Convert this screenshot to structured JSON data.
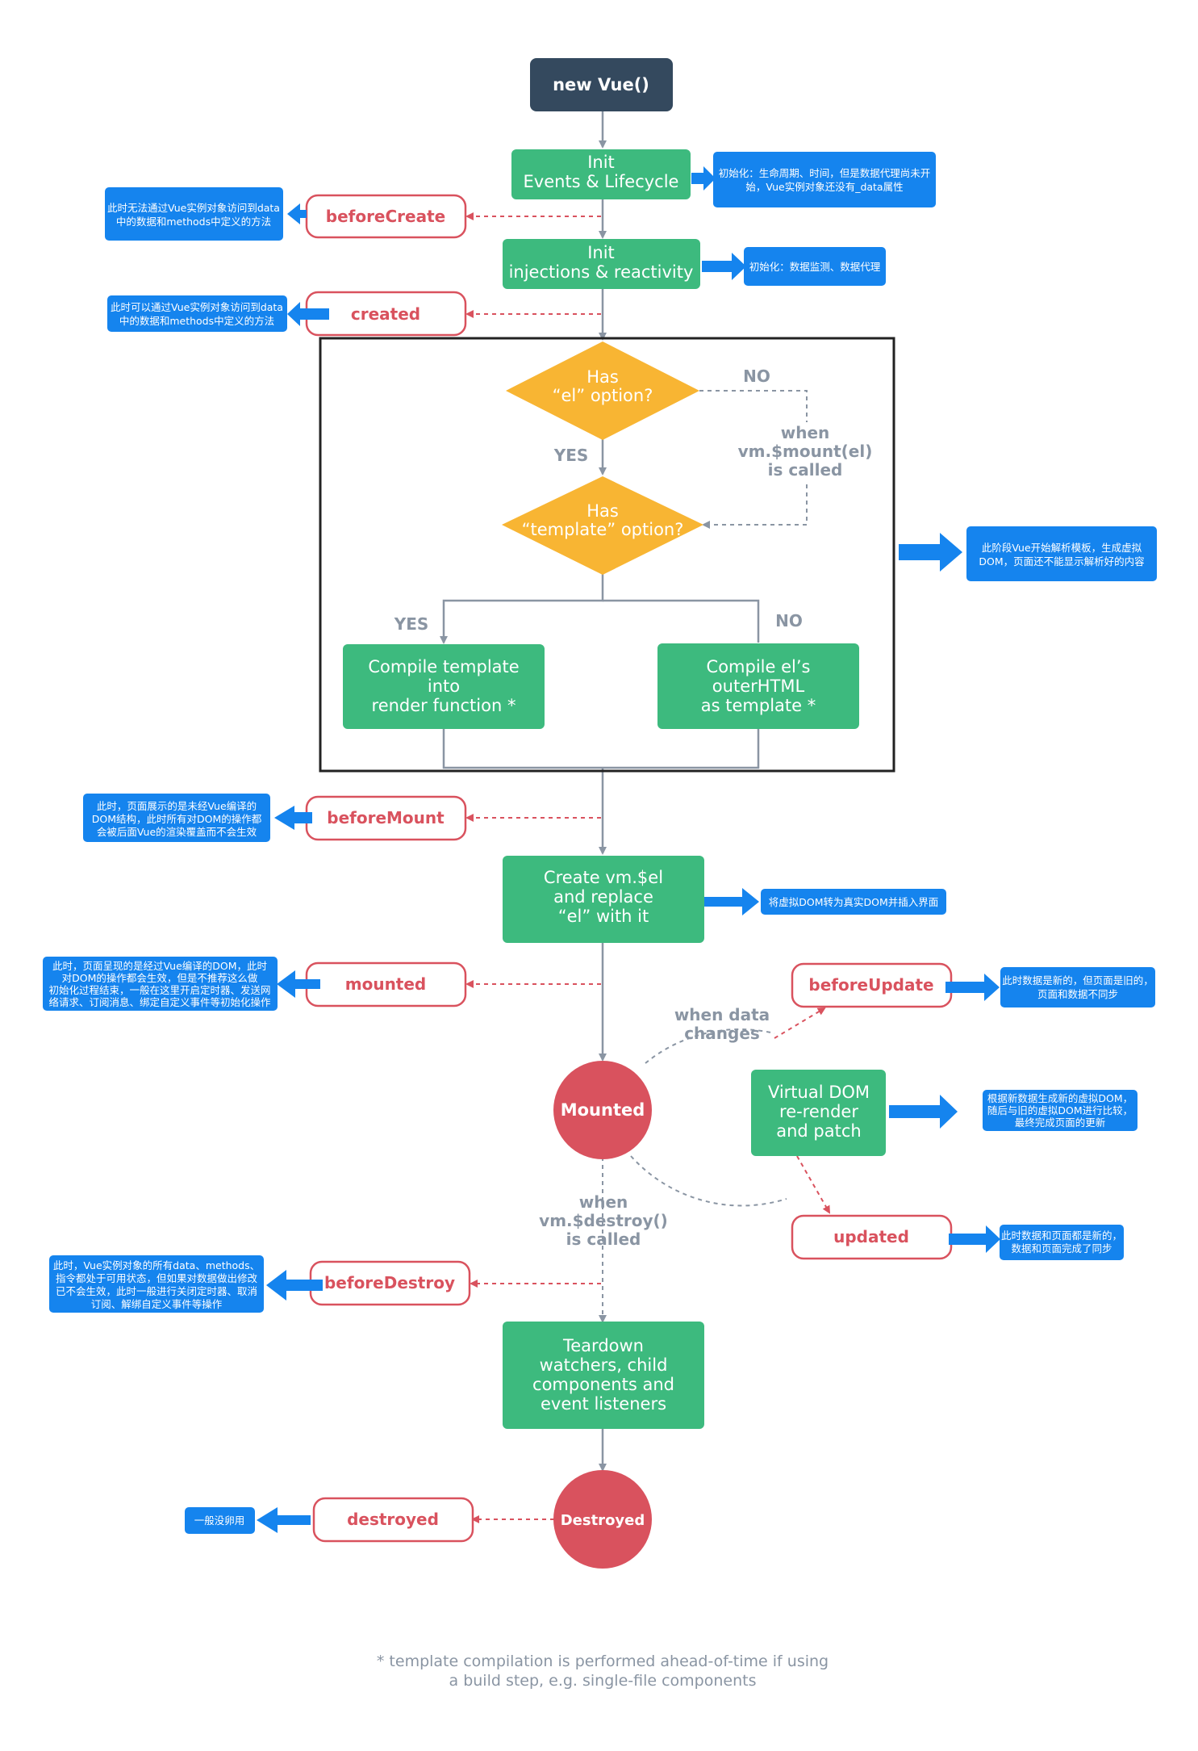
{
  "nodes": {
    "new_vue": "new Vue()",
    "init_events": [
      "Init",
      "Events & Lifecycle"
    ],
    "init_injections": [
      "Init",
      "injections & reactivity"
    ],
    "has_el": [
      "Has",
      "“el” option?"
    ],
    "has_template": [
      "Has",
      "“template” option?"
    ],
    "compile_template": [
      "Compile template",
      "into",
      "render function *"
    ],
    "compile_el": [
      "Compile el’s",
      "outerHTML",
      "as template *"
    ],
    "create_el": [
      "Create vm.$el",
      "and replace",
      "“el” with it"
    ],
    "mounted_state": "Mounted",
    "virtual_dom": [
      "Virtual DOM",
      "re-render",
      "and patch"
    ],
    "teardown": [
      "Teardown",
      "watchers, child",
      "components and",
      "event listeners"
    ],
    "destroyed_state": "Destroyed"
  },
  "hooks": {
    "before_create": "beforeCreate",
    "created": "created",
    "before_mount": "beforeMount",
    "mounted": "mounted",
    "before_update": "beforeUpdate",
    "updated": "updated",
    "before_destroy": "beforeDestroy",
    "destroyed": "destroyed"
  },
  "labels": {
    "no_1": "NO",
    "yes_1": "YES",
    "when_mount": [
      "when",
      "vm.$mount(el)",
      "is called"
    ],
    "yes_2": "YES",
    "no_2": "NO",
    "when_data": [
      "when data",
      "changes"
    ],
    "when_destroy": [
      "when",
      "vm.$destroy()",
      "is called"
    ]
  },
  "notes": {
    "init_events": [
      "初始化：生命周期、时间，但是数据代理尚未开",
      "始，Vue实例对象还没有_data属性"
    ],
    "before_create": [
      "此时无法通过Vue实例对象访问到data",
      "中的数据和methods中定义的方法"
    ],
    "init_injections": [
      "初始化：数据监测、数据代理"
    ],
    "created": [
      "此时可以通过Vue实例对象访问到data",
      "中的数据和methods中定义的方法"
    ],
    "compile": [
      "此阶段Vue开始解析模板，生成虚拟",
      "DOM，页面还不能显示解析好的内容"
    ],
    "before_mount": [
      "此时，页面展示的是未经Vue编译的",
      "DOM结构，此时所有对DOM的操作都",
      "会被后面Vue的渲染覆盖而不会生效"
    ],
    "create_el": [
      "将虚拟DOM转为真实DOM并插入界面"
    ],
    "mounted": [
      "此时，页面呈现的是经过Vue编译的DOM，此时",
      "对DOM的操作都会生效，但是不推荐这么做",
      "初始化过程结束，一般在这里开启定时器、发送网",
      "络请求、订阅消息、绑定自定义事件等初始化操作"
    ],
    "before_update": [
      "此时数据是新的，但页面是旧的，",
      "页面和数据不同步"
    ],
    "virtual_dom": [
      "根据新数据生成新的虚拟DOM，",
      "随后与旧的虚拟DOM进行比较，",
      "最终完成页面的更新"
    ],
    "updated": [
      "此时数据和页面都是新的，",
      "数据和页面完成了同步"
    ],
    "before_destroy": [
      "此时，Vue实例对象的所有data、methods、",
      "指令都处于可用状态，但如果对数据做出修改",
      "已不会生效，此时一般进行关闭定时器、取消",
      "订阅、解绑自定义事件等操作"
    ],
    "destroyed": [
      "一般没卵用"
    ]
  },
  "footnote": [
    "* template compilation is performed ahead-of-time if using",
    "a build step, e.g. single-file components"
  ],
  "colors": {
    "dark": "#34495e",
    "green": "#3dba7e",
    "yellow": "#f8b533",
    "red": "#d9525e",
    "blue": "#1584ee",
    "grey": "#8a95a3"
  }
}
